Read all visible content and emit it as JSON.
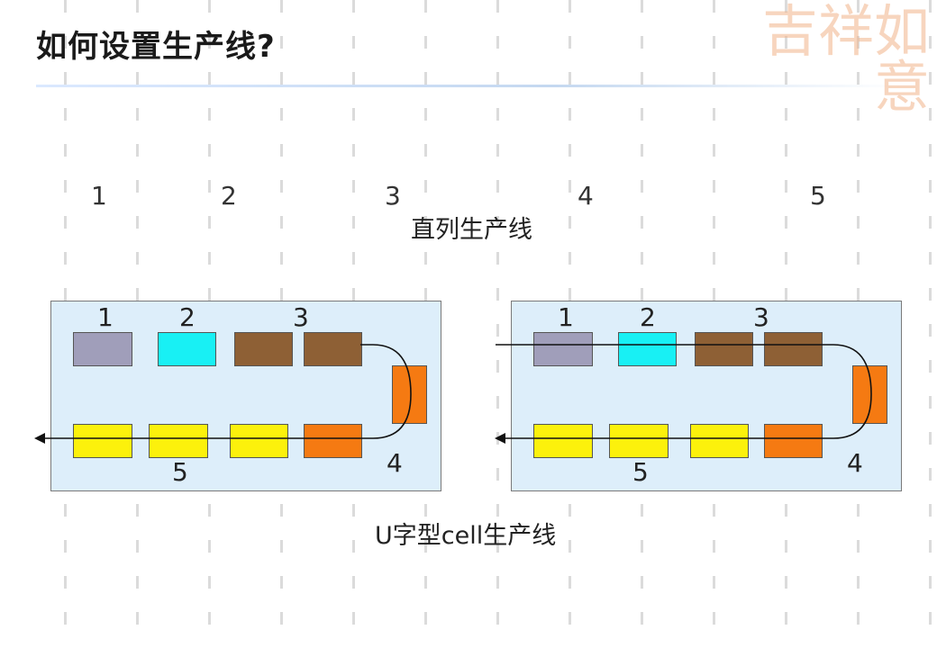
{
  "title": "如何设置生产线?",
  "seal_text": "吉祥如意",
  "colors": {
    "s1": "#a09eba",
    "s2": "#18f0f4",
    "s3": "#8e6035",
    "s4": "#f57a12",
    "s5": "#fcf10c",
    "panel": "#ddeefa"
  },
  "straight_line": {
    "station_labels": [
      "1",
      "2",
      "3",
      "4",
      "5"
    ],
    "caption": "直列生产线"
  },
  "u_cell": {
    "caption": "U字型cell生产线",
    "left_panel": {
      "labels": [
        "1",
        "2",
        "3",
        "4",
        "5"
      ]
    },
    "right_panel": {
      "labels": [
        "1",
        "2",
        "3",
        "4",
        "5"
      ]
    }
  }
}
